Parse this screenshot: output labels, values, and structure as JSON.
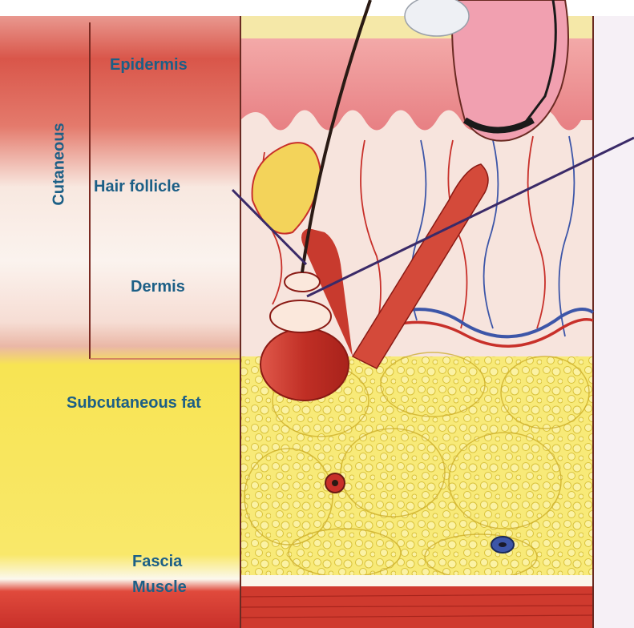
{
  "labels": {
    "cutaneous": "Cutaneous",
    "epidermis": "Epidermis",
    "hair_follicle": "Hair follicle",
    "dermis": "Dermis",
    "subcutaneous_fat": "Subcutaneous fat",
    "fascia": "Fascia",
    "muscle": "Muscle"
  },
  "colors": {
    "label_text": "#1c5f86",
    "leader_line": "#3a2a68",
    "epidermis": "#e8787c",
    "dermis": "#f5dcd2",
    "fat": "#f7e45a",
    "fascia": "#f8f4e6",
    "muscle": "#d23a30",
    "vessel_red": "#c8302a",
    "vessel_blue": "#3d56a8"
  }
}
